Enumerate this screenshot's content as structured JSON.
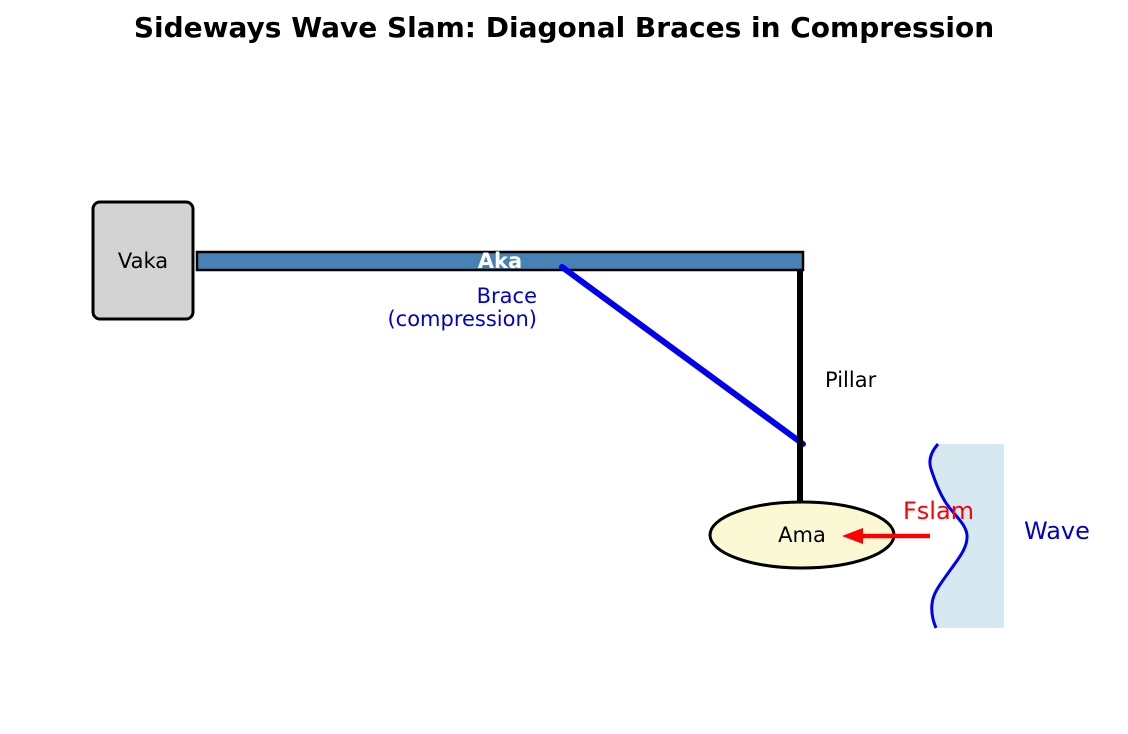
{
  "figure": {
    "title": "Sideways Wave Slam: Diagonal Braces in Compression"
  },
  "parts": {
    "vaka": {
      "label": "Vaka"
    },
    "aka": {
      "label": "Aka"
    },
    "brace": {
      "label_line1": "Brace",
      "label_line2": "(compression)"
    },
    "pillar": {
      "label": "Pillar"
    },
    "ama": {
      "label": "Ama"
    },
    "force": {
      "label": "Fslam"
    },
    "wave": {
      "label": "Wave"
    }
  },
  "colors": {
    "background": "#ffffff",
    "title_text": "#000000",
    "outline": "#000000",
    "label_black": "#000000",
    "vaka_fill": "#d3d3d3",
    "aka_fill": "#4682b4",
    "aka_label": "#ffffff",
    "ama_fill": "#fbf8d4",
    "brace_blue": "#0000ee",
    "label_blue": "#0000cc",
    "wave_fill": "#d7e9f0",
    "wave_line_blue": "#0000ee",
    "pillar_black": "#000000",
    "force_red": "#ff0000"
  }
}
